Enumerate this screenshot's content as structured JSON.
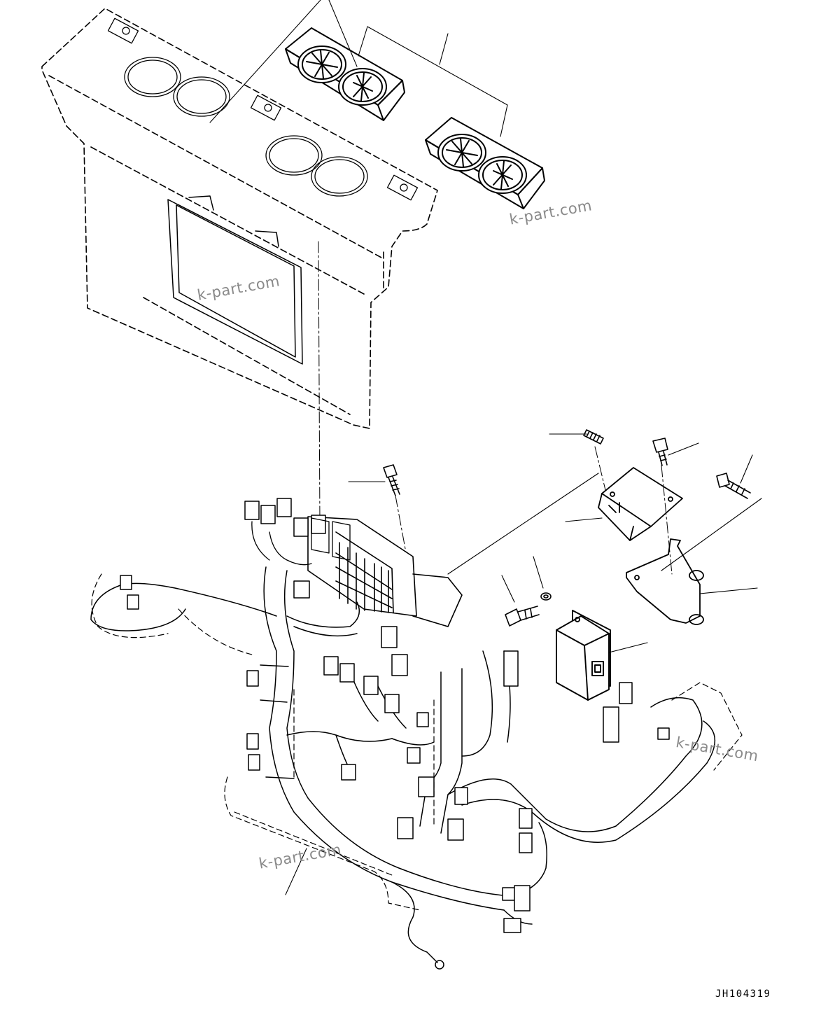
{
  "drawing": {
    "code": "JH104319",
    "watermarks": [
      "k-part.com",
      "k-part.com",
      "k-part.com",
      "k-part.com"
    ]
  },
  "colors": {
    "line": "#000000",
    "watermark": "#8a8a8a",
    "background": "#ffffff"
  },
  "parts": [
    "dashboard-panel",
    "air-vent-upper",
    "air-vent-lower",
    "wiring-harness",
    "fuse-box",
    "relay-module",
    "mounting-bracket-upper",
    "mounting-bracket-lower",
    "spring-clip",
    "bolt-left",
    "bolt-right-top",
    "bolt-right",
    "bolt-lower",
    "washer"
  ]
}
